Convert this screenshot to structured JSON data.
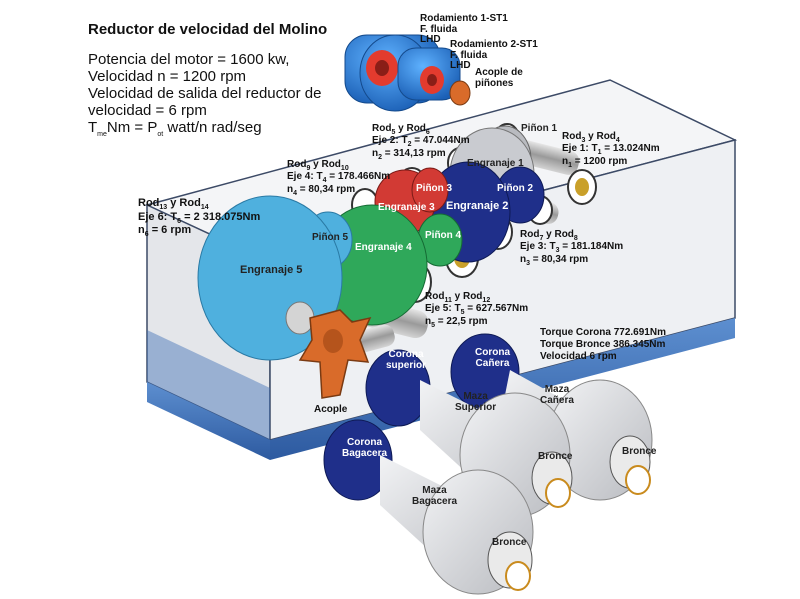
{
  "title": "Reductor de velocidad del Molino",
  "specs": {
    "line1": "Potencia del motor = 1600 kw,",
    "line2": "Velocidad n = 1200 rpm",
    "line3": "Velocidad de salida del reductor de",
    "line4": "velocidad = 6 rpm",
    "formula": {
      "a": "T",
      "a_sub": "me",
      "b": "Nm = P",
      "b_sub": "ot",
      "c": " watt/n rad/seg"
    }
  },
  "motor_labels": {
    "rod1": [
      "Rodamiento 1-ST1",
      "F. fluida",
      "LHD"
    ],
    "rod2": [
      "Rodamiento 2-ST1",
      "F. fluida",
      "LHD"
    ],
    "acople_pinones": [
      "Acople de",
      "piñones"
    ]
  },
  "shafts": {
    "eje1": {
      "rods": "Rod",
      "s1": "3",
      "mid": " y Rod",
      "s2": "4",
      "eje": "Eje 1: T",
      "es": "1",
      "torque": " = 13.024Nm",
      "n": "n",
      "ns": "1",
      "speed": " = 1200 rpm"
    },
    "eje2": {
      "rods": "Rod",
      "s1": "5",
      "mid": " y Rod",
      "s2": "6",
      "eje": "Eje 2: T",
      "es": "2",
      "torque": " = 47.044Nm",
      "n": "n",
      "ns": "2",
      "speed": " = 314,13 rpm"
    },
    "eje3": {
      "rods": "Rod",
      "s1": "7",
      "mid": " y Rod",
      "s2": "8",
      "eje": "Eje 3: T",
      "es": "3",
      "torque": " = 181.184Nm",
      "n": "n",
      "ns": "3",
      "speed": " = 80,34 rpm"
    },
    "eje4": {
      "rods": "Rod",
      "s1": "9",
      "mid": " y Rod",
      "s2": "10",
      "eje": "Eje 4: T",
      "es": "4",
      "torque": " = 178.466Nm",
      "n": "n",
      "ns": "4",
      "speed": " = 80,34 rpm"
    },
    "eje5": {
      "rods": "Rod",
      "s1": "11",
      "mid": " y Rod",
      "s2": "12",
      "eje": "Eje 5: T",
      "es": "5",
      "torque": " = 627.567Nm",
      "n": "n",
      "ns": "5",
      "speed": " = 22,5 rpm"
    },
    "eje6": {
      "rods": "Rod",
      "s1": "13",
      "mid": " y Rod",
      "s2": "14",
      "eje": "Eje 6: T",
      "es": "6",
      "torque": " = 2 318.075Nm",
      "n": "n",
      "ns": "6",
      "speed": " = 6 rpm"
    }
  },
  "gears": {
    "pinon1": "Piñon 1",
    "engranaje1": "Engranaje 1",
    "pinon2": "Piñon 2",
    "engranaje2": "Engranaje 2",
    "pinon3": "Piñon 3",
    "engranaje3": "Engranaje 3",
    "pinon4": "Piñon 4",
    "engranaje4": "Engranaje 4",
    "pinon5": "Piñon 5",
    "engranaje5": "Engranaje 5"
  },
  "mill": {
    "acople": "Acople",
    "corona_superior": [
      "Corona",
      "superior"
    ],
    "corona_canera": [
      "Corona",
      "Cañera"
    ],
    "corona_bagacera": [
      "Corona",
      "Bagacera"
    ],
    "maza_superior": [
      "Maza",
      "Superior"
    ],
    "maza_canera": [
      "Maza",
      "Cañera"
    ],
    "maza_bagacera": [
      "Maza",
      "Bagacera"
    ],
    "bronce": "Bronce",
    "torque_corona": "Torque Corona 772.691Nm",
    "torque_bronce": "Torque Bronce 386.345Nm",
    "velocidad": "Velocidad 6 rpm"
  },
  "colors": {
    "housing": "#eef0f3",
    "housing_edge": "#3c4a66",
    "base_blue": "#3e6fb5",
    "motor_blue": "#2a7fd8",
    "gear_navy": "#1f2f8a",
    "gear_light_blue": "#4fb0de",
    "gear_green": "#2fa85a",
    "gear_red": "#d23a34",
    "coupling_orange": "#d96b2a",
    "roll_gray": "#d8d9dc"
  }
}
